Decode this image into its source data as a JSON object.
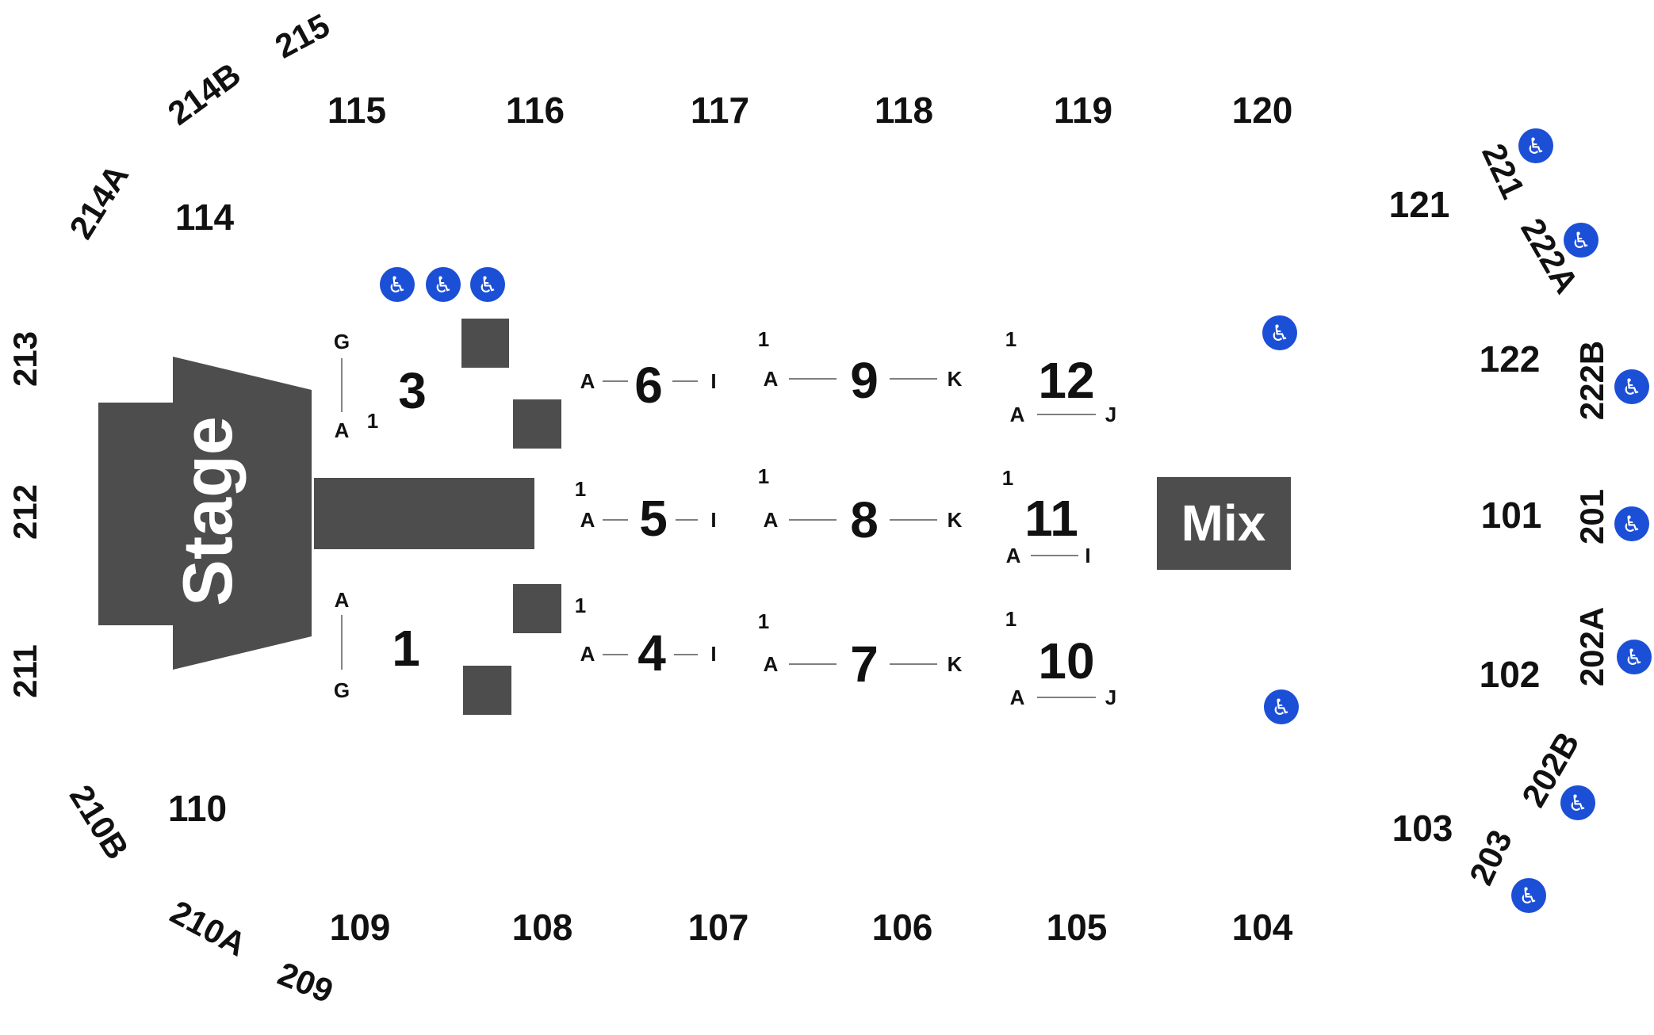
{
  "stage_label": "Stage",
  "mix_label": "Mix",
  "sections_100": [
    "115",
    "116",
    "117",
    "118",
    "119",
    "120",
    "114",
    "121",
    "122",
    "101",
    "102",
    "103",
    "110",
    "109",
    "108",
    "107",
    "106",
    "105",
    "104"
  ],
  "sections_200": [
    "215",
    "214B",
    "214A",
    "213",
    "212",
    "211",
    "210B",
    "210A",
    "209",
    "221",
    "222A",
    "222B",
    "201",
    "202A",
    "202B",
    "203"
  ],
  "floor": {
    "s1": {
      "label": "1",
      "rows": [
        "A",
        "G"
      ]
    },
    "s3": {
      "label": "3",
      "rows": [
        "G",
        "A"
      ],
      "seat": "1"
    },
    "s4": {
      "label": "4",
      "rows": [
        "A",
        "I"
      ],
      "seat": "1"
    },
    "s5": {
      "label": "5",
      "rows": [
        "A",
        "I"
      ],
      "seat": "1"
    },
    "s6": {
      "label": "6",
      "rows": [
        "A",
        "I"
      ]
    },
    "s7": {
      "label": "7",
      "rows": [
        "A",
        "K"
      ],
      "seat": "1"
    },
    "s8": {
      "label": "8",
      "rows": [
        "A",
        "K"
      ],
      "seat": "1"
    },
    "s9": {
      "label": "9",
      "rows": [
        "A",
        "K"
      ],
      "seat": "1"
    },
    "s10": {
      "label": "10",
      "rows": [
        "A",
        "J"
      ],
      "seat": "1"
    },
    "s11": {
      "label": "11",
      "rows": [
        "A",
        "I"
      ],
      "seat": "1"
    },
    "s12": {
      "label": "12",
      "rows": [
        "A",
        "J"
      ],
      "seat": "1"
    }
  },
  "icons": {
    "accessible": "wheelchair-icon"
  },
  "colors": {
    "block": "#4d4d4d",
    "accessible": "#1b4fd6",
    "text": "#111111"
  }
}
